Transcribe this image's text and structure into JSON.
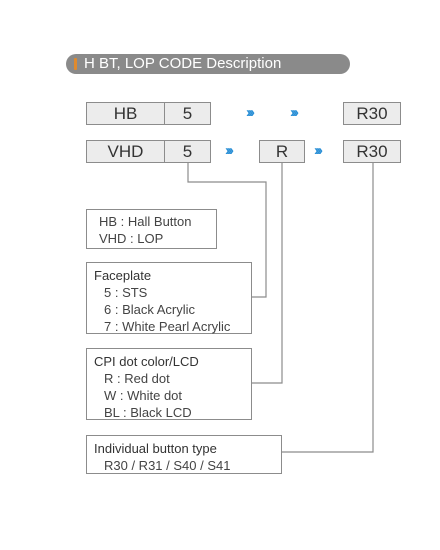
{
  "title": "H BT, LOP CODE Description",
  "colors": {
    "title_bar": "#8a8a8a",
    "accent": "#e08a2c",
    "arrow": "#2a8fd6",
    "box_fill": "#ececec",
    "border": "#8c8c8c"
  },
  "row1": {
    "type": "HB",
    "faceplate": "5",
    "button": "R30"
  },
  "row2": {
    "type": "VHD",
    "faceplate": "5",
    "cpi": "R",
    "button": "R30"
  },
  "arrow_glyph": "›››",
  "legend": {
    "lines": [
      "HB   : Hall Button",
      "VHD : LOP"
    ]
  },
  "faceplate": {
    "header": "Faceplate",
    "lines": [
      "5   : STS",
      "6   : Black Acrylic",
      "7   : White Pearl Acrylic"
    ]
  },
  "cpi": {
    "header": "CPI dot color/LCD",
    "lines": [
      "R    : Red dot",
      "W   : White dot",
      "BL  : Black LCD"
    ]
  },
  "button_type": {
    "header": "Individual button type",
    "lines": [
      "R30 / R31 / S40 / S41"
    ]
  }
}
